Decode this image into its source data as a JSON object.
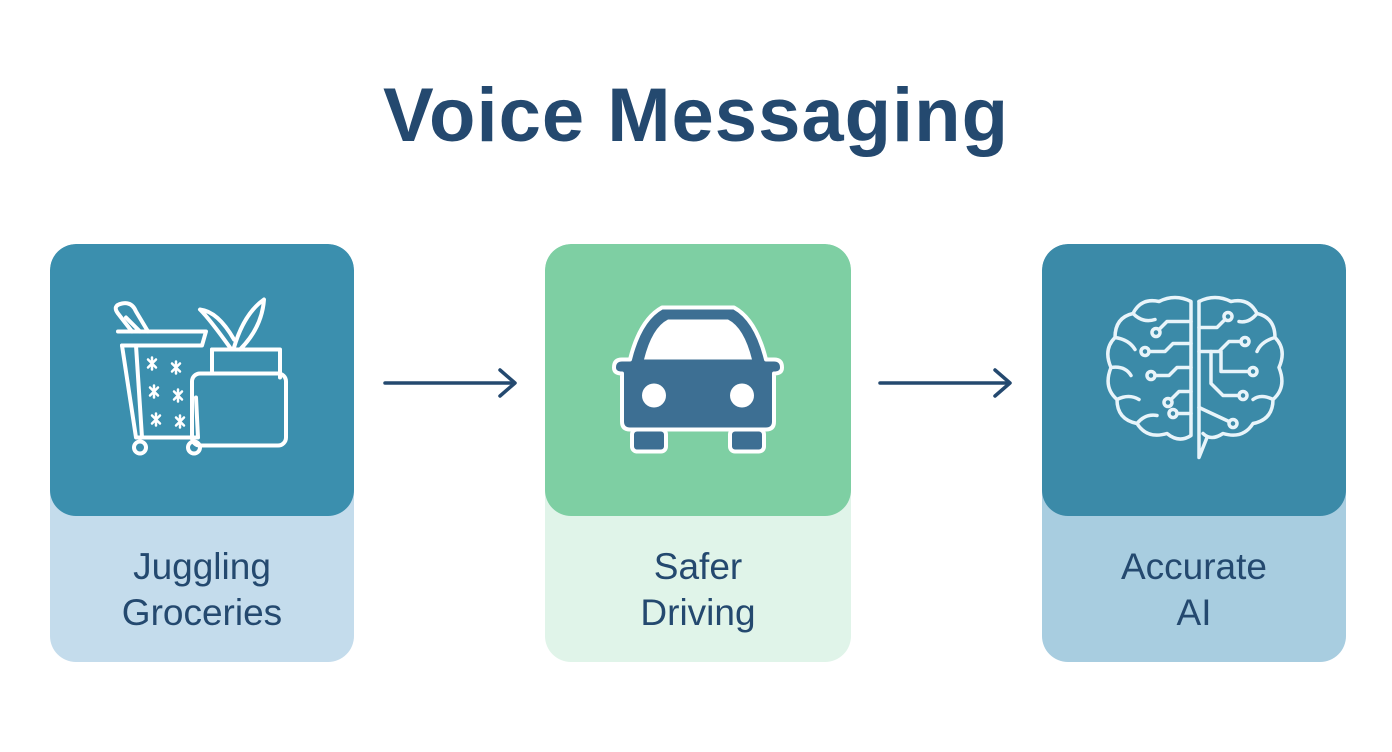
{
  "title": "Voice Messaging",
  "cards": [
    {
      "line1": "Juggling",
      "line2": "Groceries",
      "icon": "grocery-bag-icon",
      "top_color": "#3b8fae",
      "bottom_color": "#c4dcec"
    },
    {
      "line1": "Safer",
      "line2": "Driving",
      "icon": "car-icon",
      "top_color": "#7ecfa3",
      "bottom_color": "#e0f4e9"
    },
    {
      "line1": "Accurate",
      "line2": "AI",
      "icon": "ai-brain-icon",
      "top_color": "#3b8aa8",
      "bottom_color": "#a8cde0"
    }
  ],
  "colors": {
    "text": "#24496f",
    "arrow": "#24496f"
  }
}
